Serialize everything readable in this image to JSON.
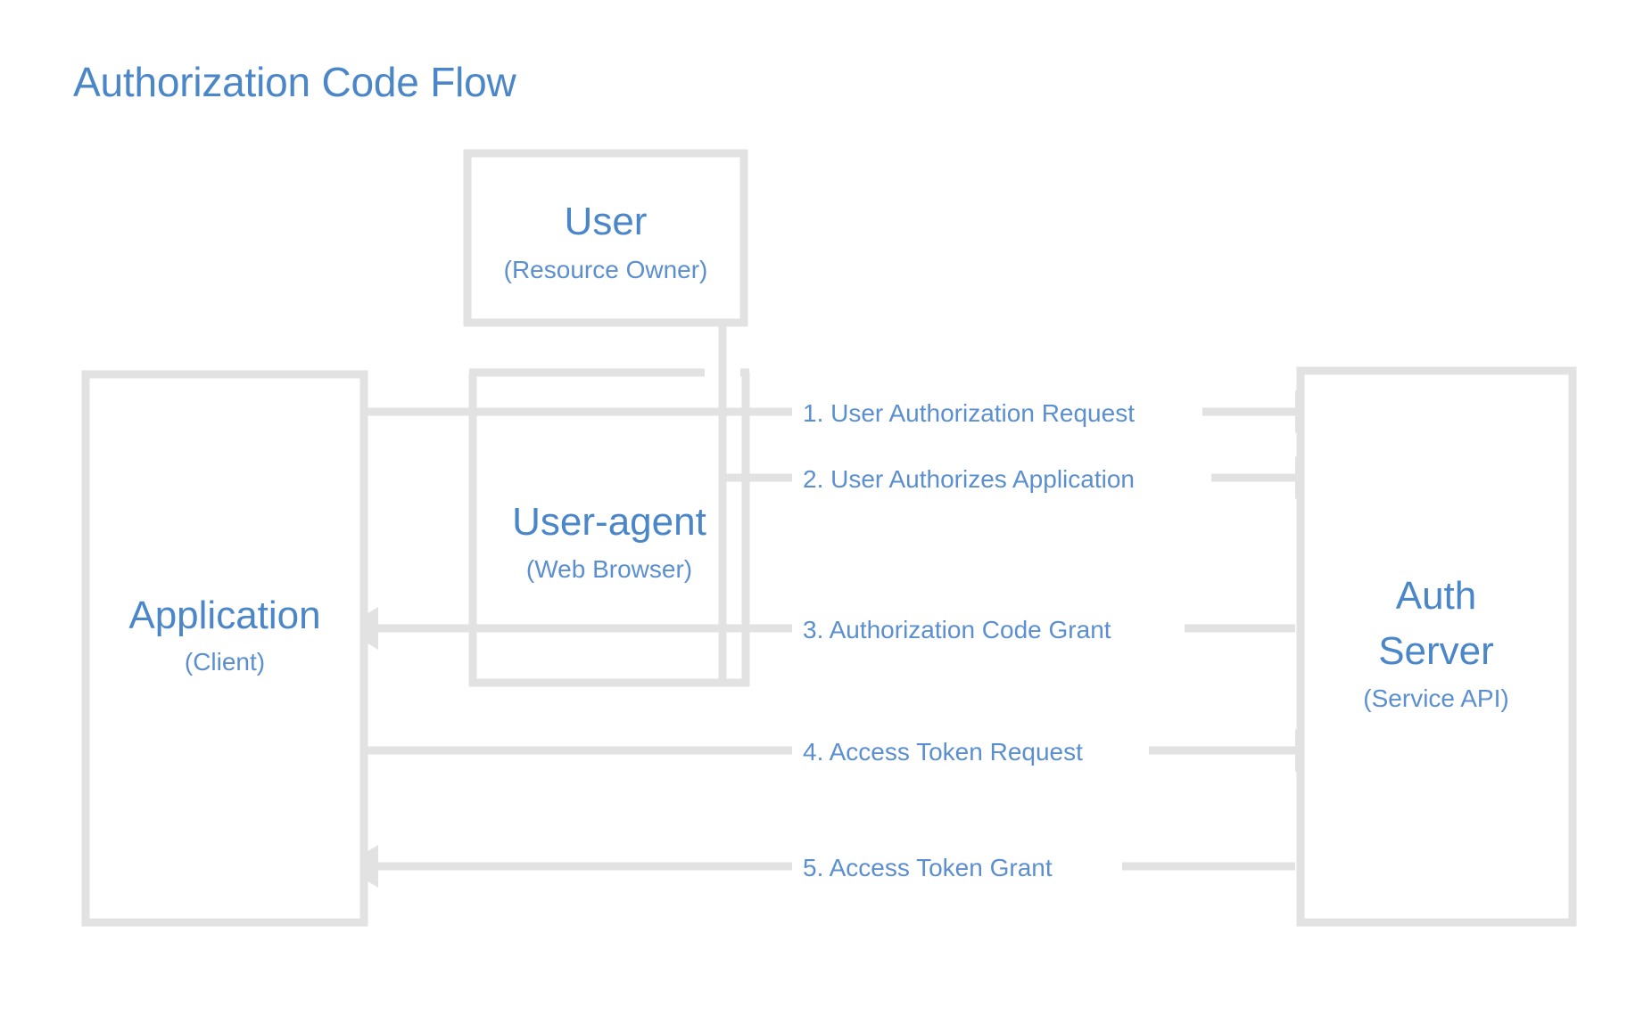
{
  "diagram": {
    "title": "Authorization Code Flow",
    "type": "sequence-flow",
    "background_color": "#ffffff",
    "accent_color": "#4a86c8",
    "label_color": "#5b8fd0",
    "line_color": "#e2e2e2",
    "box_border_color": "#e2e2e2"
  },
  "nodes": [
    {
      "id": "user",
      "title": "User",
      "subtitle": "(Resource Owner)"
    },
    {
      "id": "application",
      "title": "Application",
      "subtitle": "(Client)"
    },
    {
      "id": "user-agent",
      "title": "User-agent",
      "subtitle": "(Web Browser)"
    },
    {
      "id": "auth-server",
      "title_line1": "Auth",
      "title_line2": "Server",
      "subtitle": "(Service API)"
    }
  ],
  "flows": [
    {
      "step": "1.",
      "label": "1. User Authorization Request",
      "direction": "right",
      "from": "application",
      "to": "auth-server"
    },
    {
      "step": "2.",
      "label": "2. User Authorizes Application",
      "direction": "right",
      "from": "user-agent",
      "to": "auth-server"
    },
    {
      "step": "3.",
      "label": "3. Authorization Code Grant",
      "direction": "left",
      "from": "auth-server",
      "to": "application"
    },
    {
      "step": "4.",
      "label": "4. Access Token Request",
      "direction": "right",
      "from": "application",
      "to": "auth-server"
    },
    {
      "step": "5.",
      "label": "5. Access Token Grant",
      "direction": "left",
      "from": "auth-server",
      "to": "application"
    }
  ]
}
